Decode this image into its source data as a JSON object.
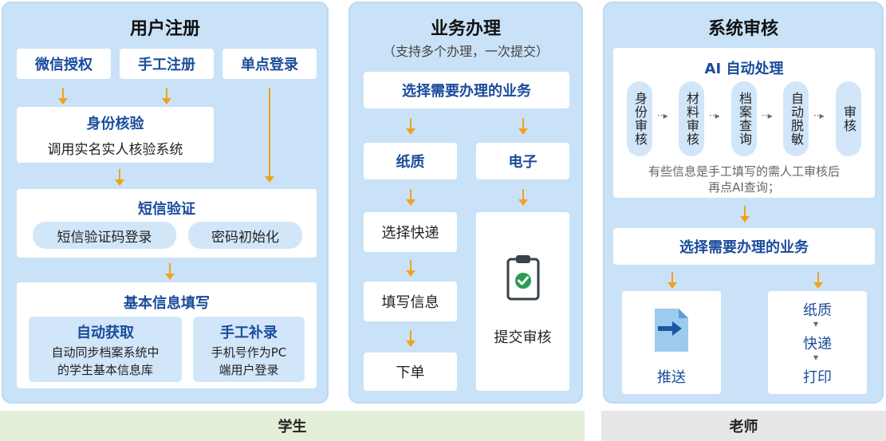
{
  "registration": {
    "title": "用户注册",
    "wechat_auth": "微信授权",
    "manual_register": "手工注册",
    "sso_login": "单点登录",
    "identity_title": "身份核验",
    "identity_desc": "调用实名实人核验系统",
    "sms_title": "短信验证",
    "sms_code_login": "短信验证码登录",
    "password_init": "密码初始化",
    "basic_info_title": "基本信息填写",
    "auto_fetch_title": "自动获取",
    "auto_fetch_desc1": "自动同步档案系统中",
    "auto_fetch_desc2": "的学生基本信息库",
    "manual_fill_title": "手工补录",
    "manual_fill_desc1": "手机号作为PC",
    "manual_fill_desc2": "端用户登录"
  },
  "business": {
    "title": "业务办理",
    "subtitle": "（支持多个办理，一次提交）",
    "select_business": "选择需要办理的业务",
    "paper": "纸质",
    "electronic": "电子",
    "select_courier": "选择快递",
    "fill_info": "填写信息",
    "place_order": "下单",
    "submit_review": "提交审核"
  },
  "review": {
    "title": "系统审核",
    "ai_title": "AI 自动处理",
    "steps": [
      "身份审核",
      "材料审核",
      "档案查询",
      "自动脱敏",
      "审核"
    ],
    "note_line1": "有些信息是手工填写的需人工审核后",
    "note_line2": "再点AI查询；",
    "select_business": "选择需要办理的业务",
    "push": "推送",
    "paper": "纸质",
    "courier": "快递",
    "print": "打印"
  },
  "footer": {
    "student": "学生",
    "teacher": "老师"
  },
  "colors": {
    "panel_bg": "#c9e2f7",
    "accent_blue": "#1a4c9c",
    "arrow_orange": "#f2a11c",
    "student_bar": "#e3efd8",
    "teacher_bar": "#e7e7e7"
  },
  "icons": {
    "clipboard": "clipboard-check-icon",
    "document_push": "document-arrow-icon"
  }
}
